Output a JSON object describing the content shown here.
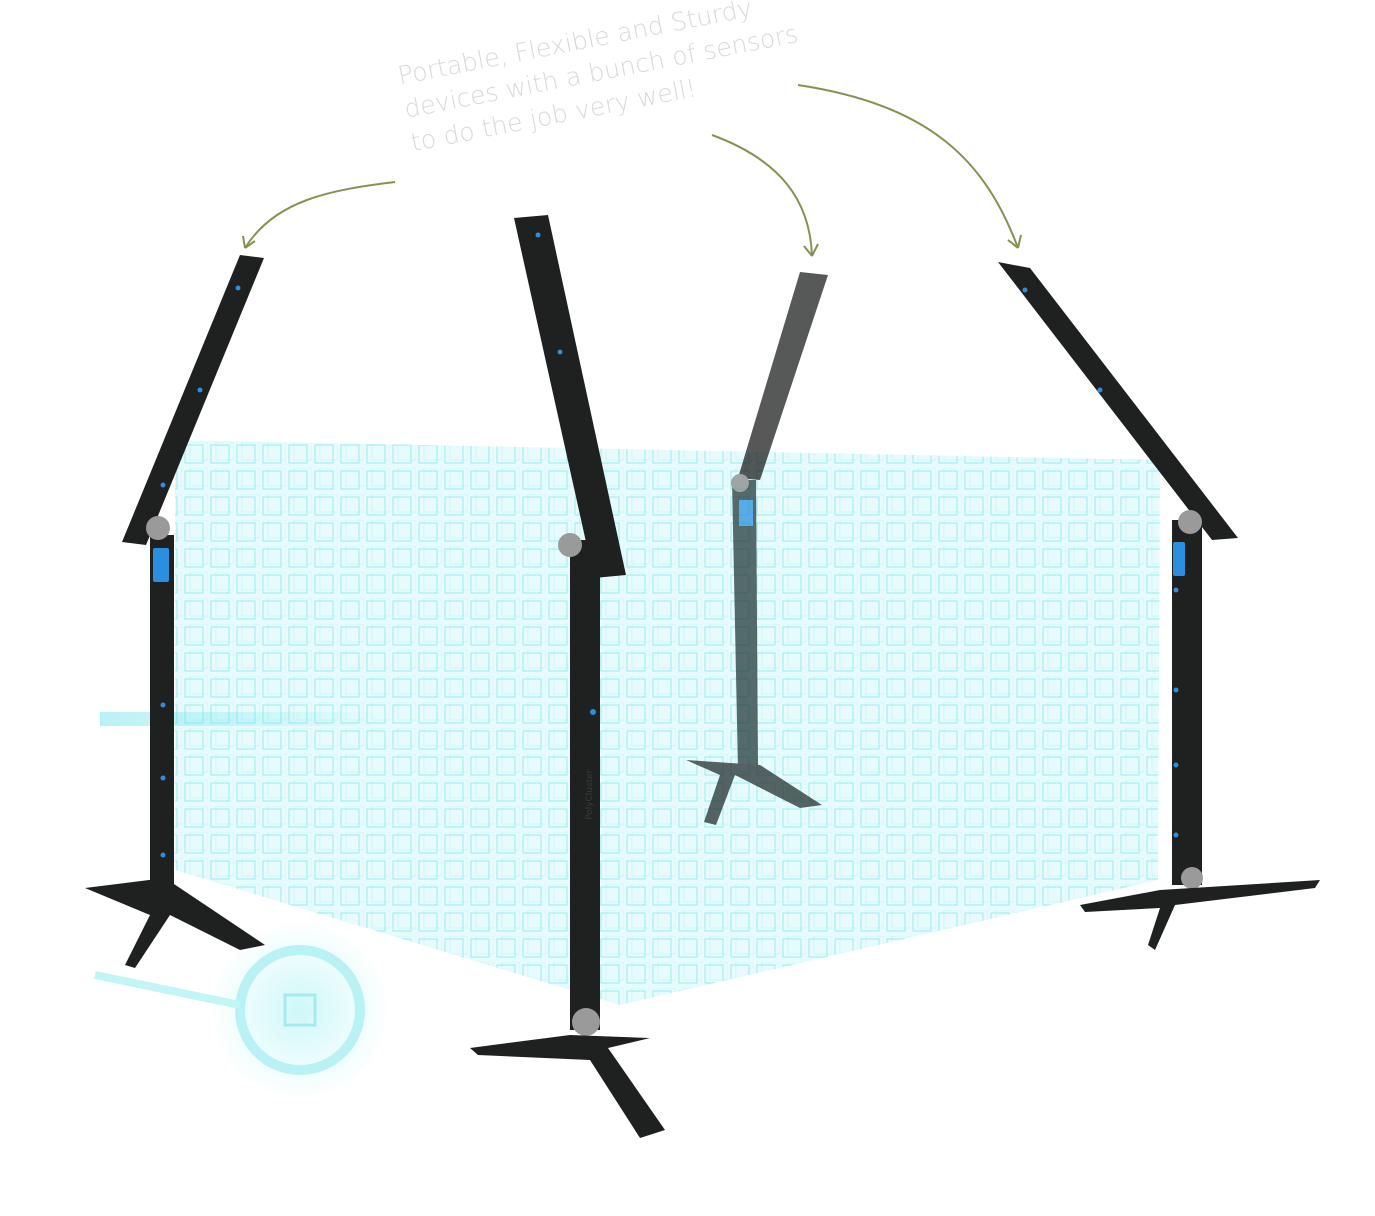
{
  "caption": {
    "line1": "Portable, Flexible and Sturdy",
    "line2": "devices with a bunch of sensors",
    "line3": "to do the job very well!"
  },
  "logo_text": "PolyCluster",
  "colors": {
    "grid": "#5fe3e8",
    "stand": "#1f2020",
    "led": "#2a8fe0",
    "arrow": "#8a9150",
    "caption": "#d9d9d9"
  }
}
